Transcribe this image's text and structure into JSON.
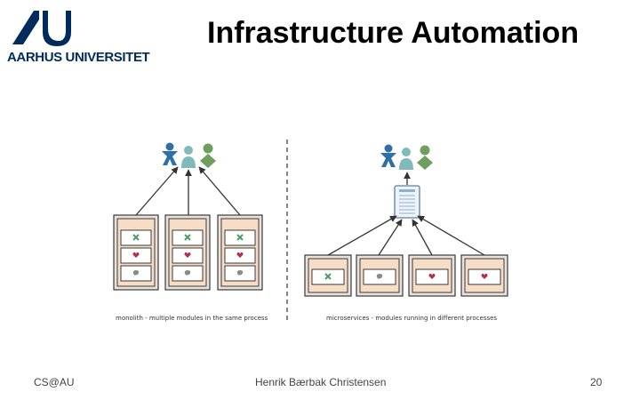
{
  "header": {
    "university": "AARHUS UNIVERSITET",
    "title": "Infrastructure Automation"
  },
  "diagram": {
    "monolith_caption": "monolith - multiple modules in the same process",
    "microservices_caption": "microservices - modules running in different processes"
  },
  "footer": {
    "left": "CS@AU",
    "center": "Henrik Bærbak Christensen",
    "page_number": "20"
  },
  "colors": {
    "brand_navy": "#002b5c",
    "user_blue": "#2f6fa8",
    "user_teal": "#7fb9b9",
    "user_green": "#6f9e5e",
    "box_fill": "#f7dcc6",
    "box_stroke": "#3a3a3a",
    "icon_green": "#4a9a6a",
    "icon_red": "#b0304a",
    "icon_gray": "#8a8a8a"
  }
}
